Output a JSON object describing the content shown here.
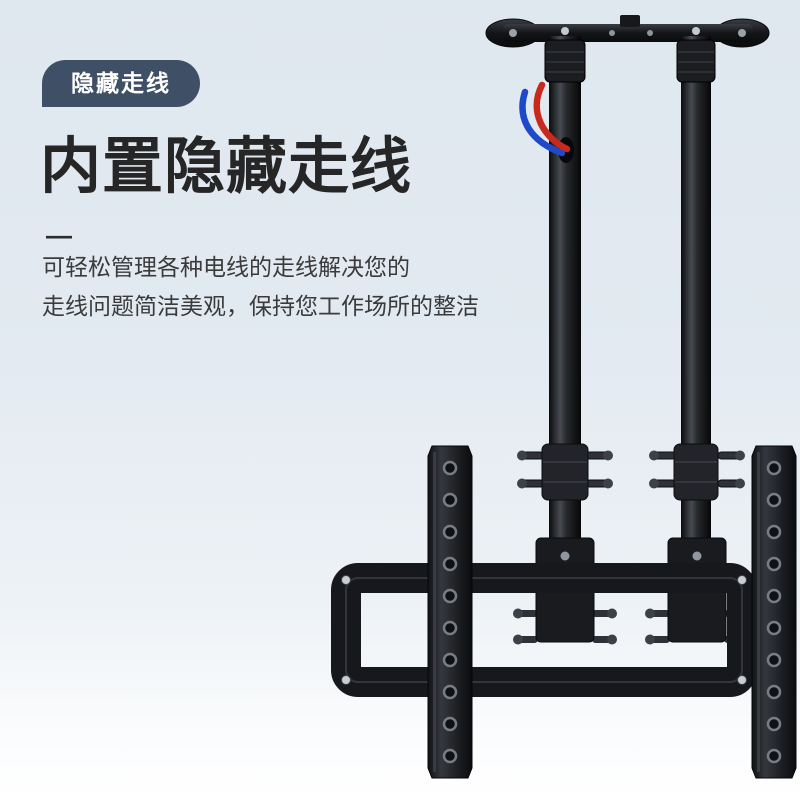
{
  "canvas": {
    "background_top": "#dfe7ef",
    "background_bottom": "#ffffff"
  },
  "badge": {
    "label": "隐藏走线",
    "background": "#3f5066",
    "text_color": "#ffffff"
  },
  "heading": {
    "title": "内置隐藏走线",
    "color": "#262626"
  },
  "divider": {
    "glyph": "—"
  },
  "description": {
    "lines": [
      "可轻松管理各种电线的走线解决您的",
      "走线问题简洁美观，保持您工作场所的整洁"
    ],
    "color": "#3b3b3b"
  },
  "product": {
    "colors": {
      "metal": "#17181b",
      "wire_red": "#c8291c",
      "wire_blue": "#1e49c8"
    }
  }
}
